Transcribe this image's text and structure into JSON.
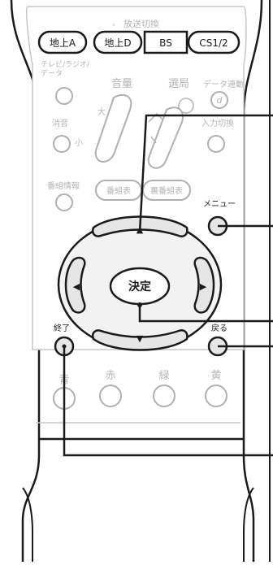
{
  "broadcast": {
    "header": "放送切換",
    "buttons": [
      "地上A",
      "地上D",
      "BS",
      "CS1/2"
    ]
  },
  "top_controls": {
    "tv_radio_data": "テレビ/ラジオ/\nデータ",
    "volume": "音量",
    "volume_up": "大",
    "volume_down": "小",
    "channel": "選局",
    "data_link": "データ連動",
    "data_link_symbol": "d",
    "mute": "消音",
    "input_switch": "入力切換"
  },
  "guide": {
    "program_info": "番組情報",
    "program_guide": "番組表",
    "back_program_guide": "裏番組表"
  },
  "menu": {
    "label": "メニュー"
  },
  "dpad": {
    "center": "決定",
    "up": "▲",
    "down": "▼",
    "left": "◀",
    "right": "▶"
  },
  "bottom": {
    "exit": "終了",
    "back": "戻る"
  },
  "colors_row": {
    "blue": "青",
    "red": "赤",
    "green": "緑",
    "yellow": "黄"
  }
}
